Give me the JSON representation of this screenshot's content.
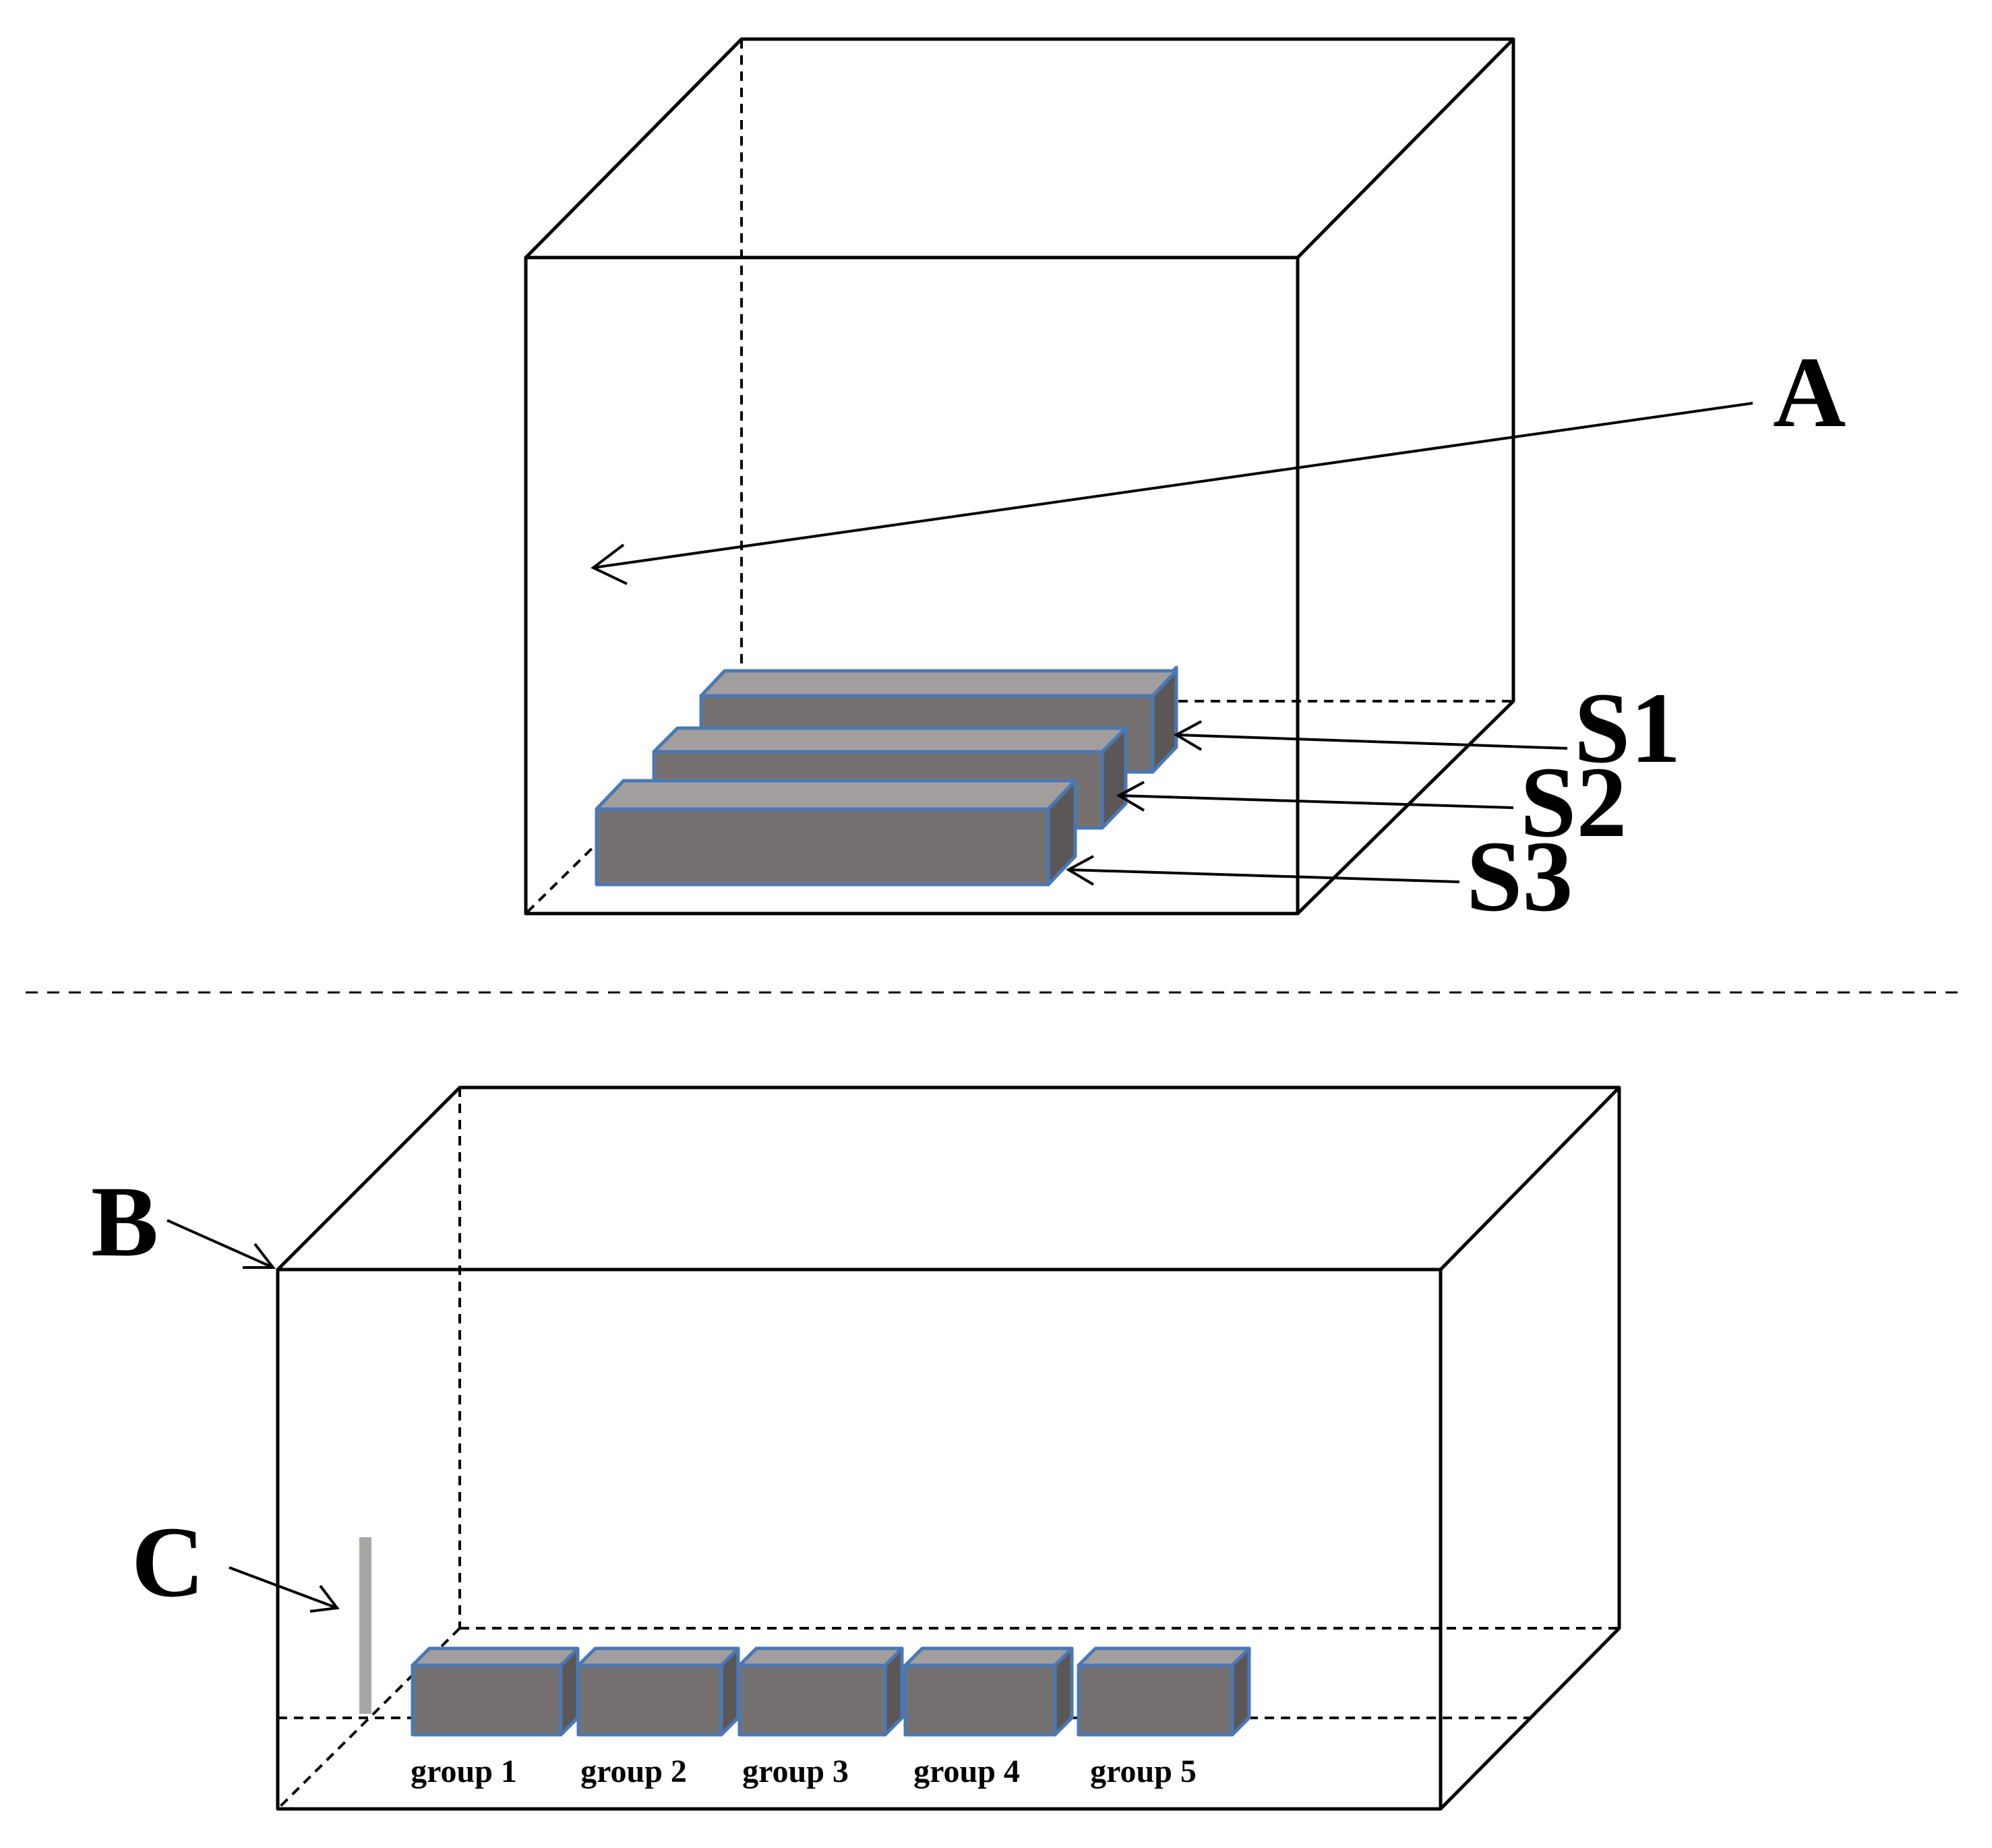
{
  "labels": {
    "A": "A",
    "B": "B",
    "C": "C",
    "S1": "S1",
    "S2": "S2",
    "S3": "S3"
  },
  "groups": [
    "group 1",
    "group 2",
    "group 3",
    "group 4",
    "group 5"
  ],
  "colors": {
    "block_front": "#767171",
    "block_top": "#a39e9e",
    "block_side": "#5c5757",
    "block_outline": "#4a78b5",
    "rod": "#aaa6a6"
  }
}
